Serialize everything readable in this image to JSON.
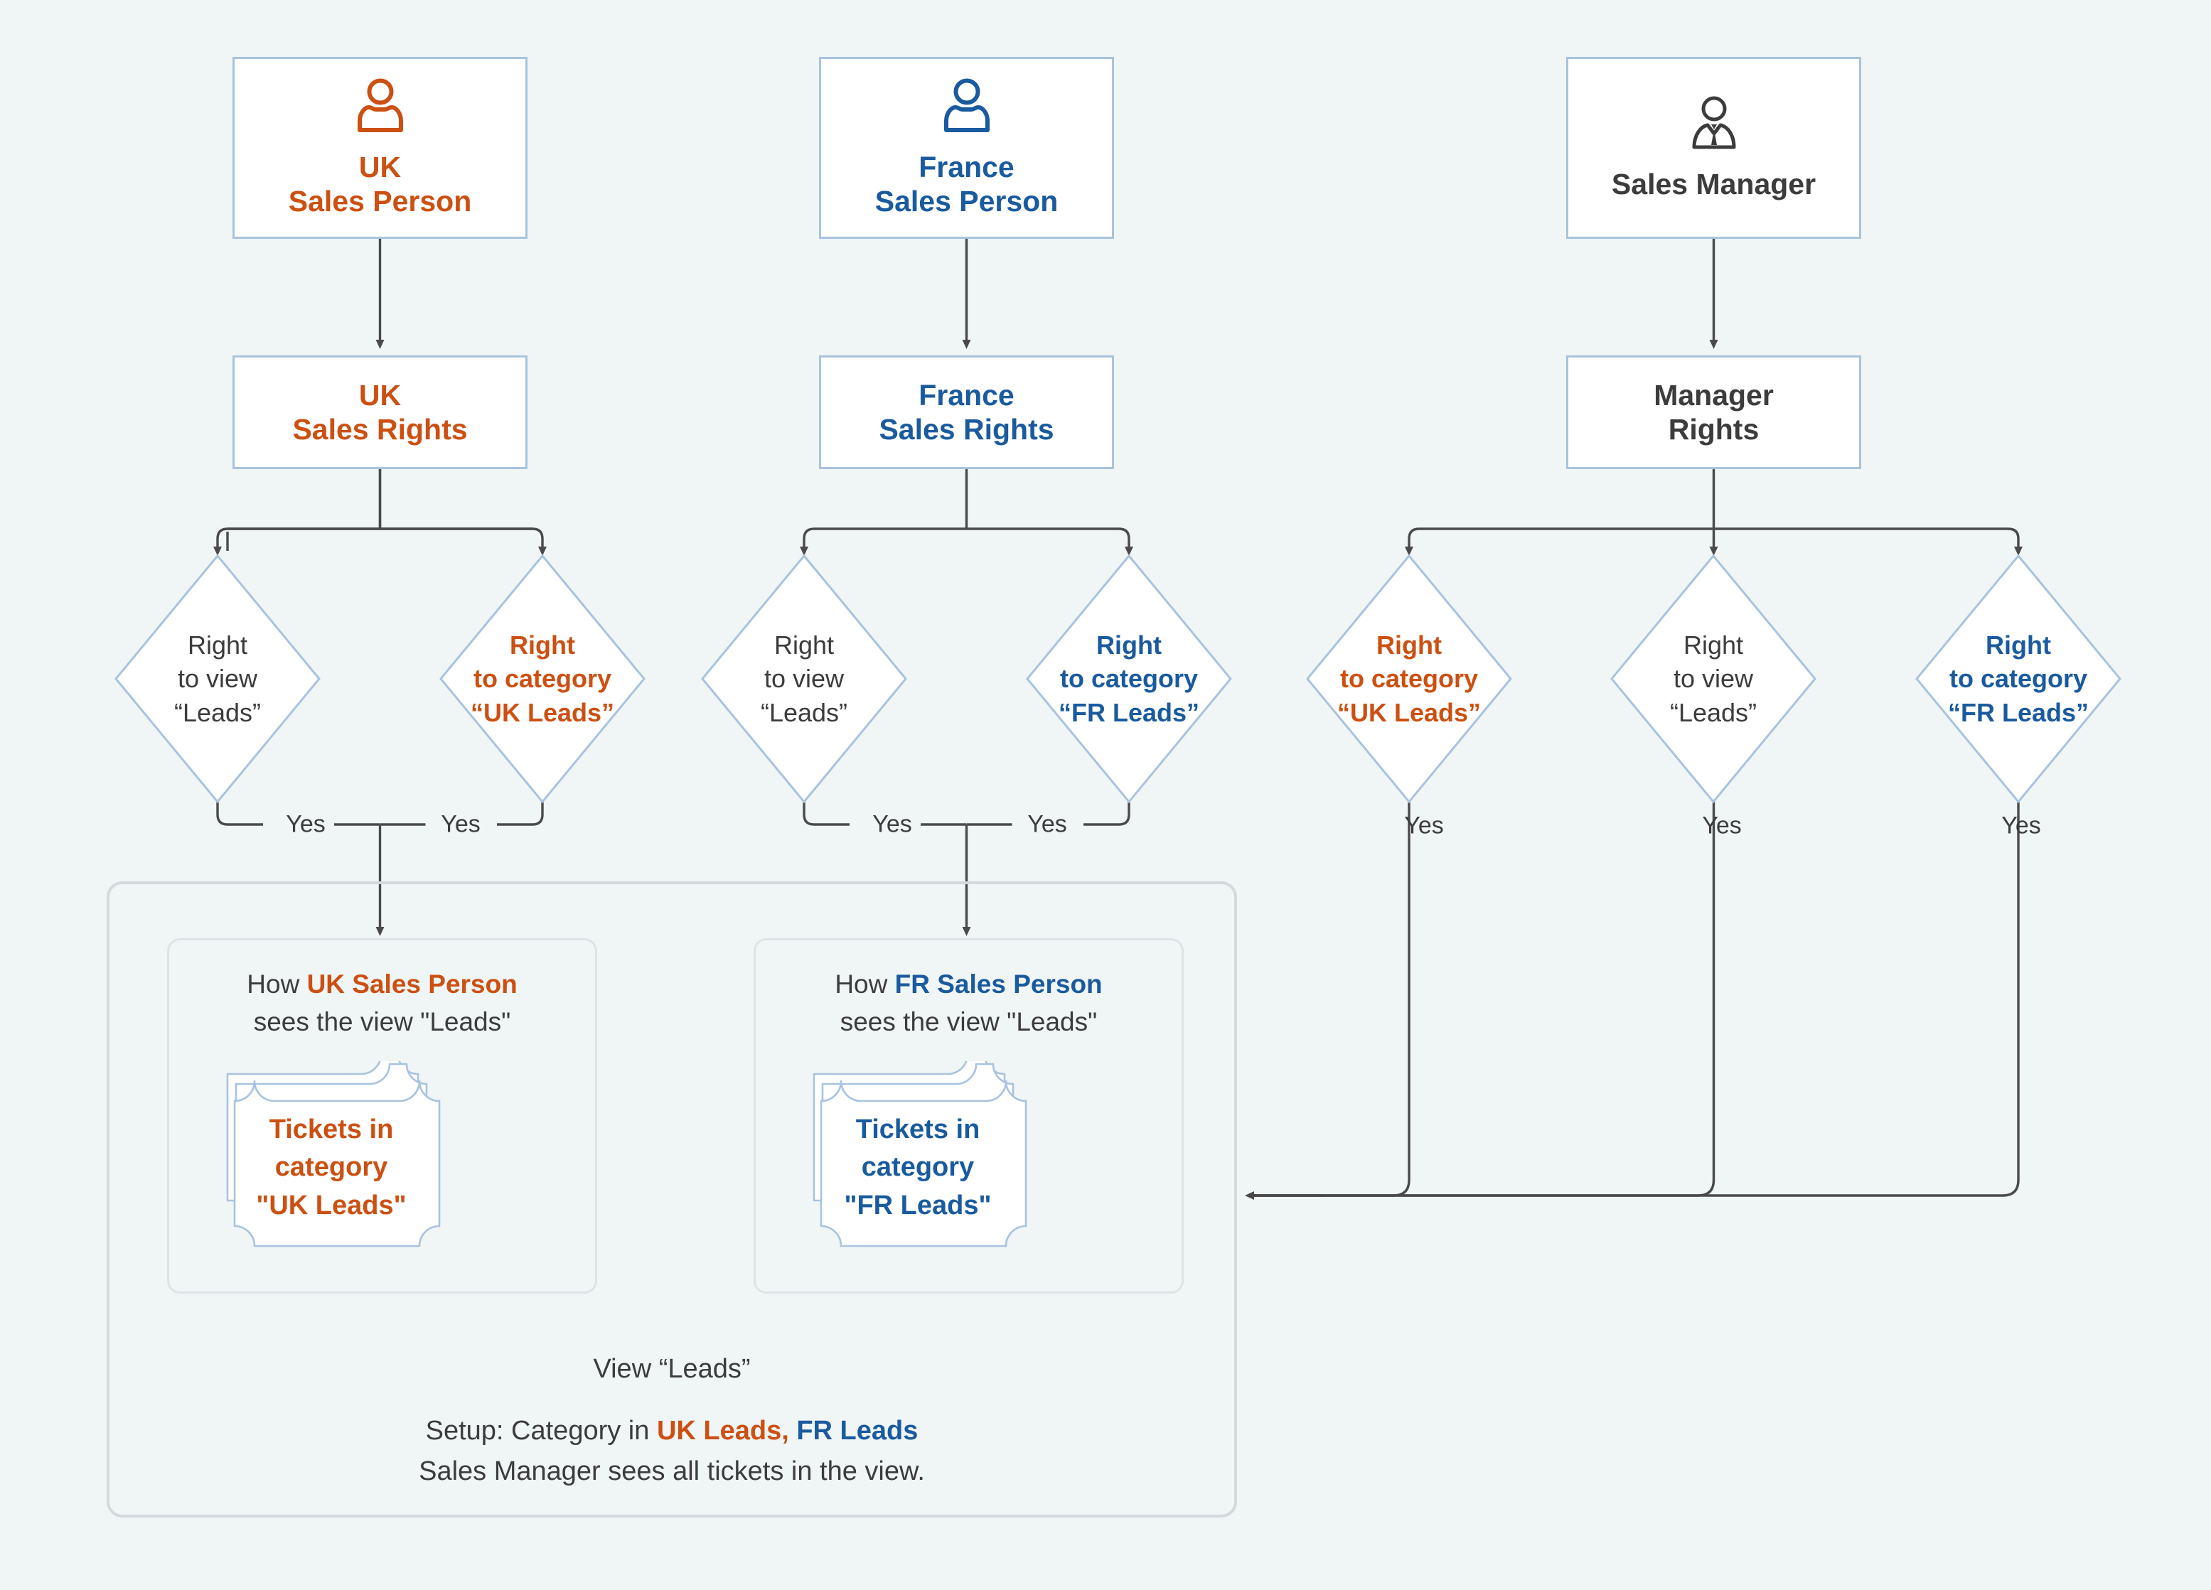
{
  "colors": {
    "background": "#f0f5f6",
    "orange": "#cc5012",
    "blue": "#1a5a9e",
    "dark": "#3c3c3c",
    "box_border": "#a8c3de",
    "panel_border": "#d3d9dc",
    "connector": "#3c3c3c"
  },
  "columns": [
    {
      "id": "uk",
      "role": {
        "label": "UK\nSales Person",
        "icon": "person-icon",
        "color": "#cc5012"
      },
      "rights": {
        "label": "UK\nSales Rights",
        "color": "#cc5012"
      },
      "conditions": [
        {
          "label": "Right\nto view\n“Leads”",
          "color": "#3c3c3c",
          "bold": false,
          "answer": "Yes"
        },
        {
          "label": "Right\nto category\n“UK Leads”",
          "color": "#cc5012",
          "bold": true,
          "answer": "Yes"
        }
      ]
    },
    {
      "id": "fr",
      "role": {
        "label": "France\nSales Person",
        "icon": "person-icon",
        "color": "#1a5a9e"
      },
      "rights": {
        "label": "France\nSales Rights",
        "color": "#1a5a9e"
      },
      "conditions": [
        {
          "label": "Right\nto view\n“Leads”",
          "color": "#3c3c3c",
          "bold": false,
          "answer": "Yes"
        },
        {
          "label": "Right\nto category\n“FR Leads”",
          "color": "#1a5a9e",
          "bold": true,
          "answer": "Yes"
        }
      ]
    },
    {
      "id": "manager",
      "role": {
        "label": "Sales Manager",
        "icon": "manager-icon",
        "color": "#3c3c3c"
      },
      "rights": {
        "label": "Manager\nRights",
        "color": "#3c3c3c"
      },
      "conditions": [
        {
          "label": "Right\nto category\n“UK Leads”",
          "color": "#cc5012",
          "bold": true,
          "answer": "Yes"
        },
        {
          "label": "Right\nto view\n“Leads”",
          "color": "#3c3c3c",
          "bold": false,
          "answer": "Yes"
        },
        {
          "label": "Right\nto category\n“FR Leads”",
          "color": "#1a5a9e",
          "bold": true,
          "answer": "Yes"
        }
      ]
    }
  ],
  "view_panel": {
    "cards": [
      {
        "id": "uk-card",
        "head_prefix": "How ",
        "head_highlight": "UK Sales Person",
        "head_suffix": "\nsees the view \"Leads\"",
        "head_line2": "sees the view \"Leads\"",
        "stack_label": "Tickets in\ncategory\n\"UK Leads\"",
        "color": "#cc5012"
      },
      {
        "id": "fr-card",
        "head_prefix": "How ",
        "head_highlight": "FR Sales Person",
        "head_suffix": "\nsees the view \"Leads\"",
        "head_line2": "sees the view \"Leads\"",
        "stack_label": "Tickets in\ncategory\n\"FR Leads\"",
        "color": "#1a5a9e"
      }
    ],
    "view_title": "View “Leads”",
    "setup_prefix": "Setup: Category in ",
    "setup_uk": "UK Leads,",
    "setup_fr": " FR Leads",
    "setup_line2": "Sales Manager sees all tickets in the view."
  }
}
